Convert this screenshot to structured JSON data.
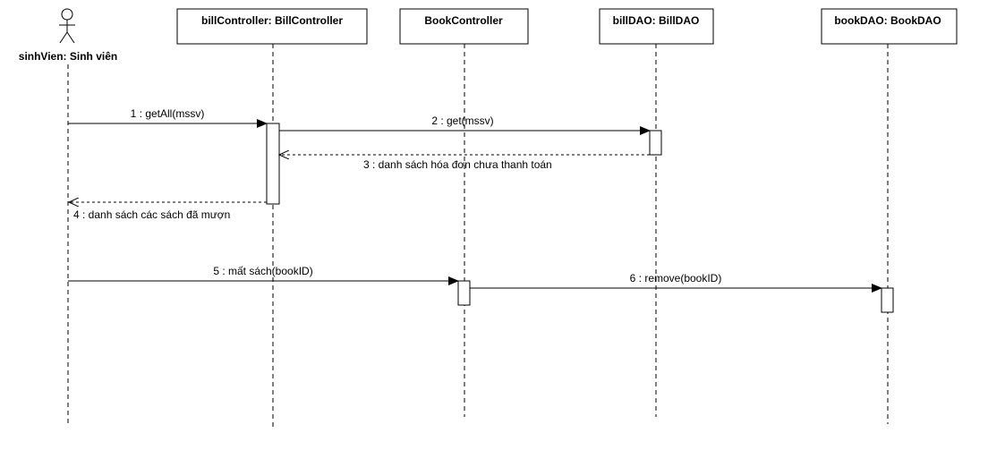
{
  "diagram": {
    "actor": {
      "label": "sinhVien: Sinh viên",
      "icon": "stick-figure-icon"
    },
    "objects": [
      {
        "key": "billController",
        "label": "billController: BillController"
      },
      {
        "key": "bookController",
        "label": "BookController"
      },
      {
        "key": "billDAO",
        "label": "billDAO: BillDAO"
      },
      {
        "key": "bookDAO",
        "label": "bookDAO: BookDAO"
      }
    ],
    "messages": [
      {
        "label": "1 : getAll(mssv)",
        "kind": "call",
        "from": "sinhVien",
        "to": "billController"
      },
      {
        "label": "2 : get(mssv)",
        "kind": "call",
        "from": "billController",
        "to": "billDAO"
      },
      {
        "label": "3 : danh sách hóa đơn chưa thanh toán",
        "kind": "return",
        "from": "billDAO",
        "to": "billController"
      },
      {
        "label": "4 : danh sách các sách đã mượn",
        "kind": "return",
        "from": "billController",
        "to": "sinhVien"
      },
      {
        "label": "5 : mất sách(bookID)",
        "kind": "call",
        "from": "sinhVien",
        "to": "bookController"
      },
      {
        "label": "6 : remove(bookID)",
        "kind": "call",
        "from": "bookController",
        "to": "bookDAO"
      }
    ]
  }
}
